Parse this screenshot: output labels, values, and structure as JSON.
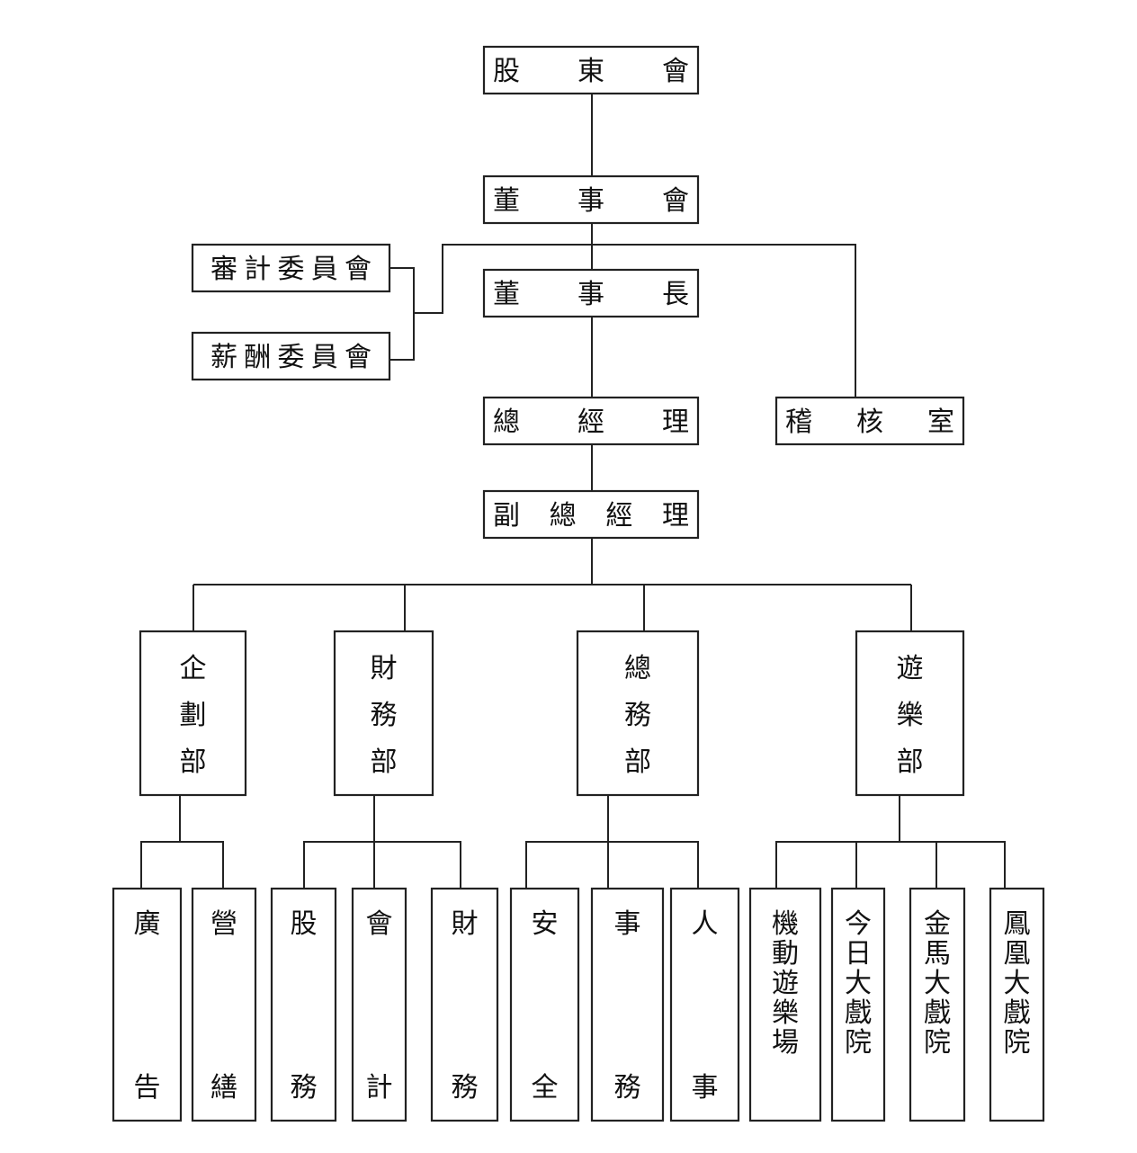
{
  "org_chart": {
    "shareholders": "股東會",
    "board": "董事會",
    "chairman": "董事長",
    "audit_committee": "審計委員會",
    "compensation_committee": "薪酬委員會",
    "president": "總經理",
    "audit_office": "稽核室",
    "vice_president": "副總經理",
    "departments": [
      {
        "key": "planning",
        "label": "企劃部",
        "units": [
          {
            "key": "advertising",
            "label": "廣告"
          },
          {
            "key": "maintenance",
            "label": "營繕"
          }
        ]
      },
      {
        "key": "finance",
        "label": "財務部",
        "units": [
          {
            "key": "stock-affairs",
            "label": "股務"
          },
          {
            "key": "accounting",
            "label": "會計"
          },
          {
            "key": "finance-affairs",
            "label": "財務"
          }
        ]
      },
      {
        "key": "general-affairs",
        "label": "總務部",
        "units": [
          {
            "key": "safety",
            "label": "安全"
          },
          {
            "key": "affairs",
            "label": "事務"
          },
          {
            "key": "personnel",
            "label": "人事"
          }
        ]
      },
      {
        "key": "amusement",
        "label": "遊樂部",
        "units": [
          {
            "key": "amusement-park",
            "label": "機動遊樂場"
          },
          {
            "key": "jinri-theater",
            "label": "今日大戲院"
          },
          {
            "key": "jinma-theater",
            "label": "金馬大戲院"
          },
          {
            "key": "fenghuang-theater",
            "label": "鳳凰大戲院"
          }
        ]
      }
    ]
  }
}
